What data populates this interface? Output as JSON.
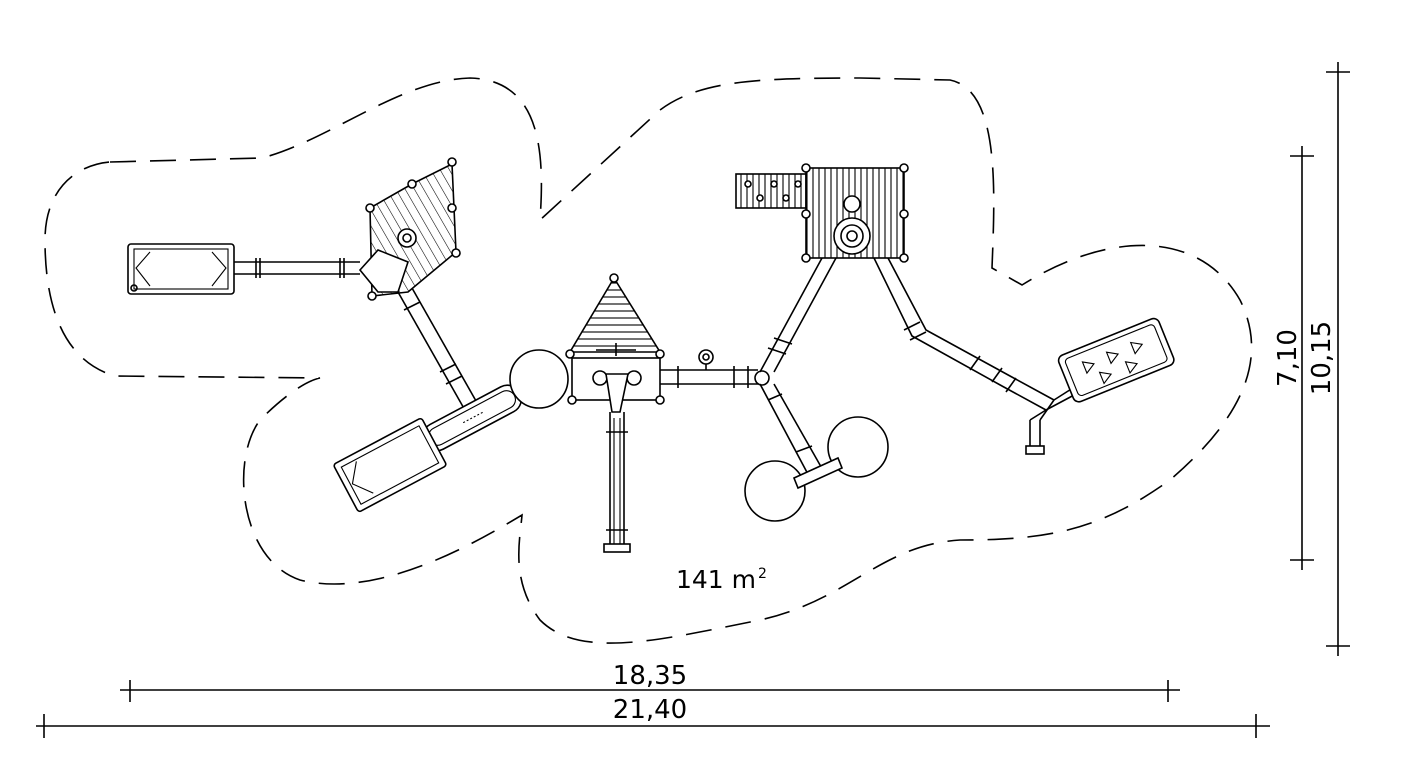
{
  "plan": {
    "area_label": "141 m",
    "area_sup": "2",
    "dimensions": {
      "inner_width": "18,35",
      "outer_width": "21,40",
      "inner_height": "7,10",
      "outer_height": "10,15"
    }
  },
  "colors": {
    "line": "#000000",
    "background": "#ffffff"
  }
}
